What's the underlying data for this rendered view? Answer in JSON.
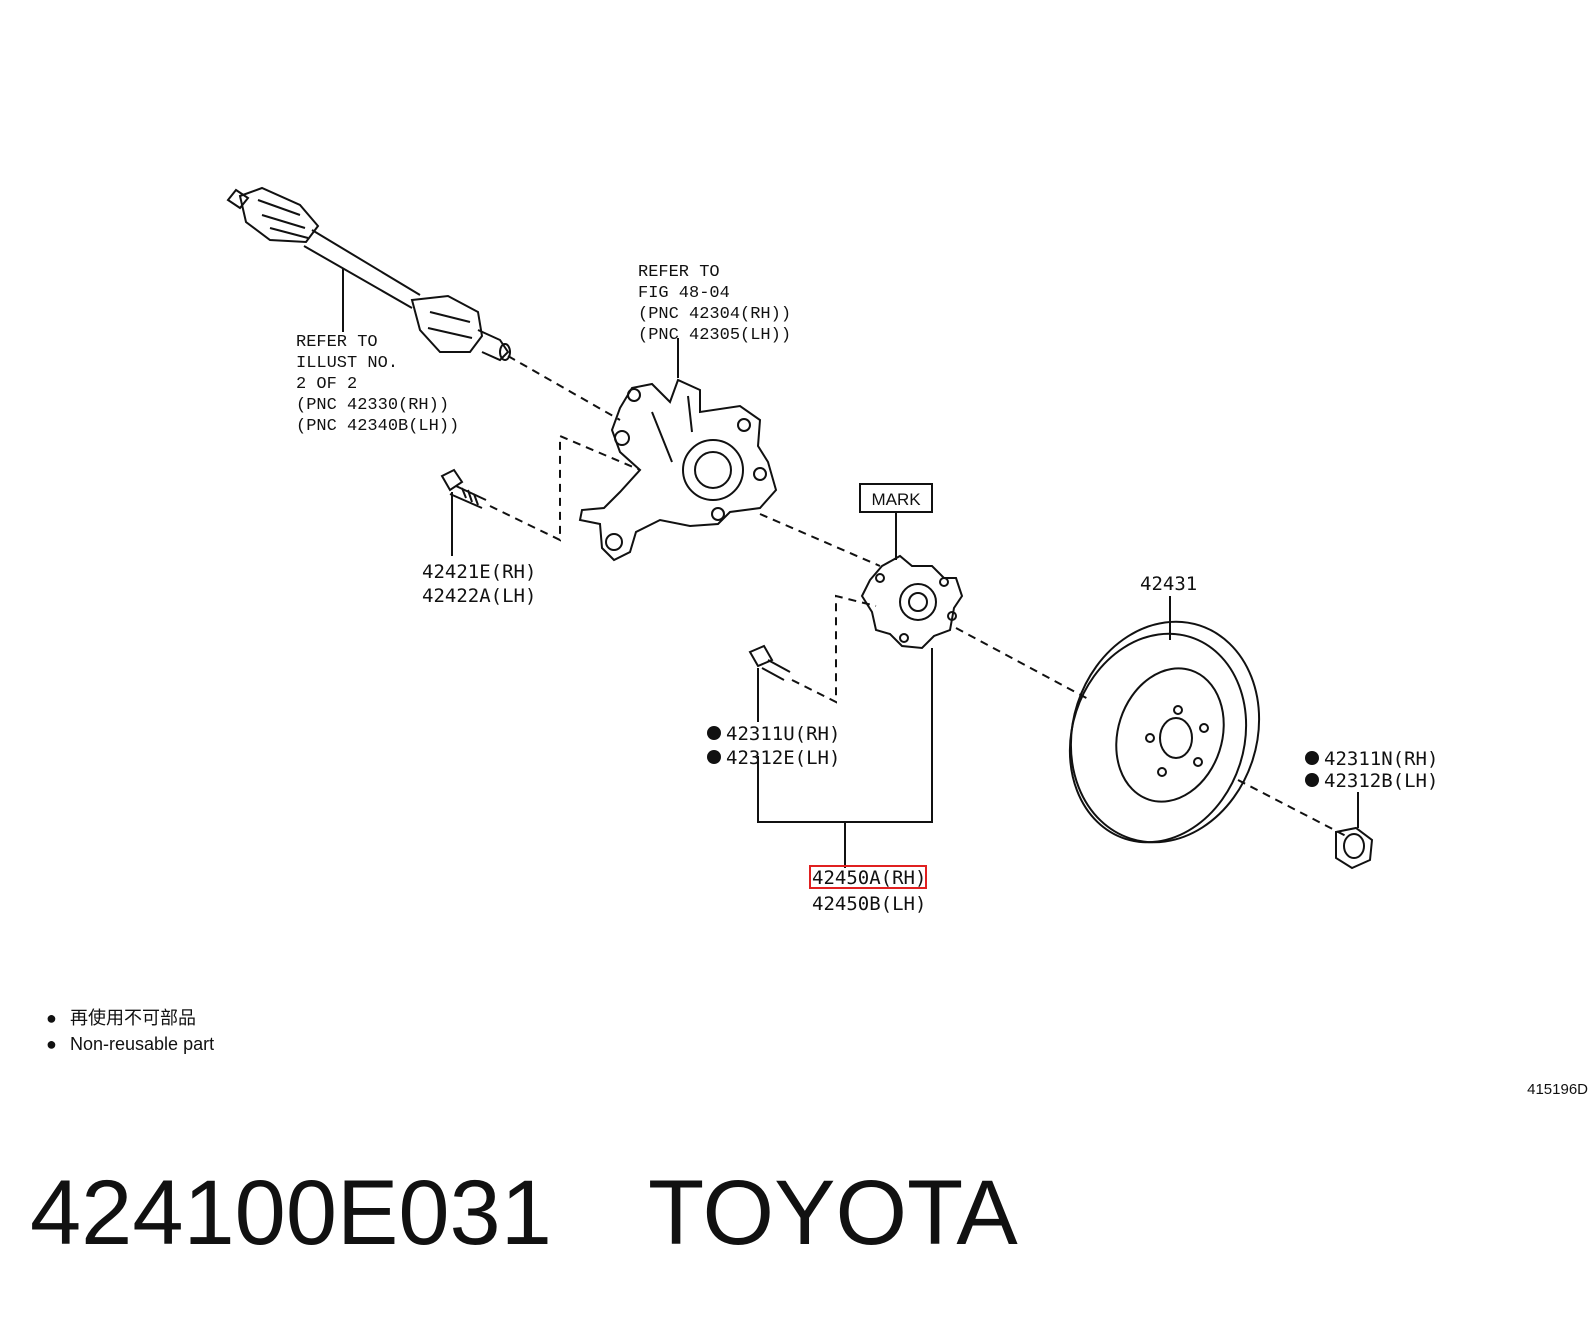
{
  "callouts": {
    "driveshaft_ref": [
      "REFER TO",
      "ILLUST NO.",
      "2 OF 2",
      "(PNC 42330(RH))",
      "(PNC 42340B(LH))"
    ],
    "knuckle_ref": [
      "REFER TO",
      "FIG 48-04",
      "(PNC 42304(RH))",
      "(PNC 42305(LH))"
    ],
    "bolt": [
      "42421E(RH)",
      "42422A(LH)"
    ],
    "mark_box": "MARK",
    "hub_bolt": [
      "42311U(RH)",
      "42312E(LH)"
    ],
    "hub_assembly": [
      "42450A(RH)",
      "42450B(LH)"
    ],
    "rotor": "42431",
    "nut": [
      "42311N(RH)",
      "42312B(LH)"
    ]
  },
  "legend": {
    "items": [
      {
        "bullet": "●",
        "text": "再使用不可部品"
      },
      {
        "bullet": "●",
        "text": "Non-reusable part"
      }
    ]
  },
  "illustration_code": "415196D",
  "footer": {
    "part_number": "424100E031",
    "brand": "TOYOTA"
  },
  "highlight_color": "#e02020"
}
